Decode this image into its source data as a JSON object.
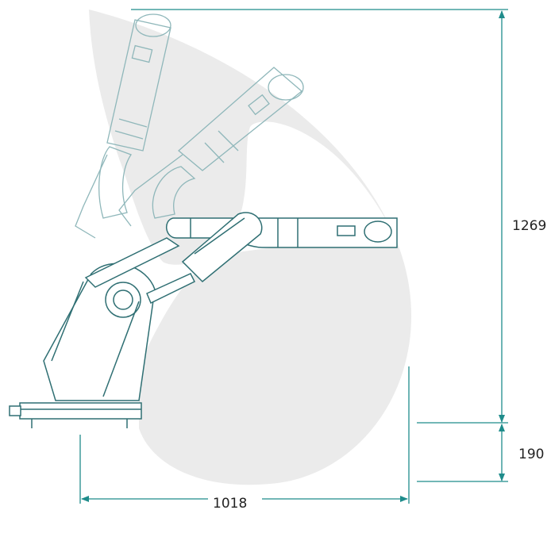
{
  "colors": {
    "stroke": "#2f6f73",
    "ghost": "#8fb7ba",
    "dimension": "#1f8c8b",
    "envelope": "#ebebeb",
    "label": "#222222"
  },
  "dimensions": {
    "vertical_reach": "1269",
    "base_height": "190",
    "horizontal_reach": "1018"
  }
}
